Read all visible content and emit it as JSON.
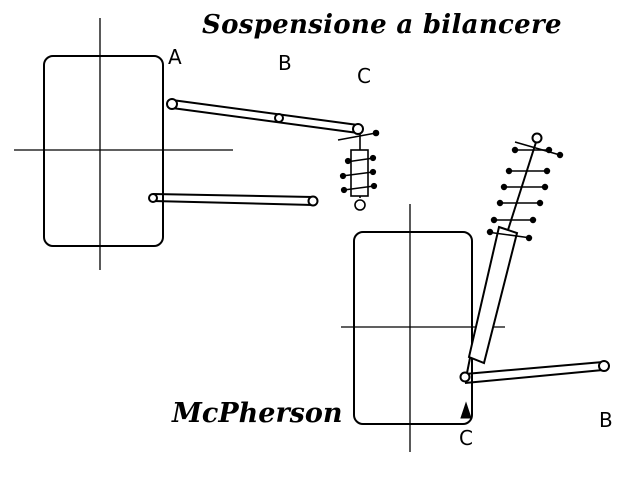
{
  "figure": {
    "title_top": "Sospensione a bilancere",
    "title_bottom": "McPherson",
    "diagram_top": {
      "labels": {
        "a": "A",
        "b": "B",
        "c": "C"
      }
    },
    "diagram_bottom": {
      "labels": {
        "b": "B",
        "c": "C"
      }
    },
    "colors": {
      "ink": "#000000",
      "paper": "#ffffff"
    }
  }
}
